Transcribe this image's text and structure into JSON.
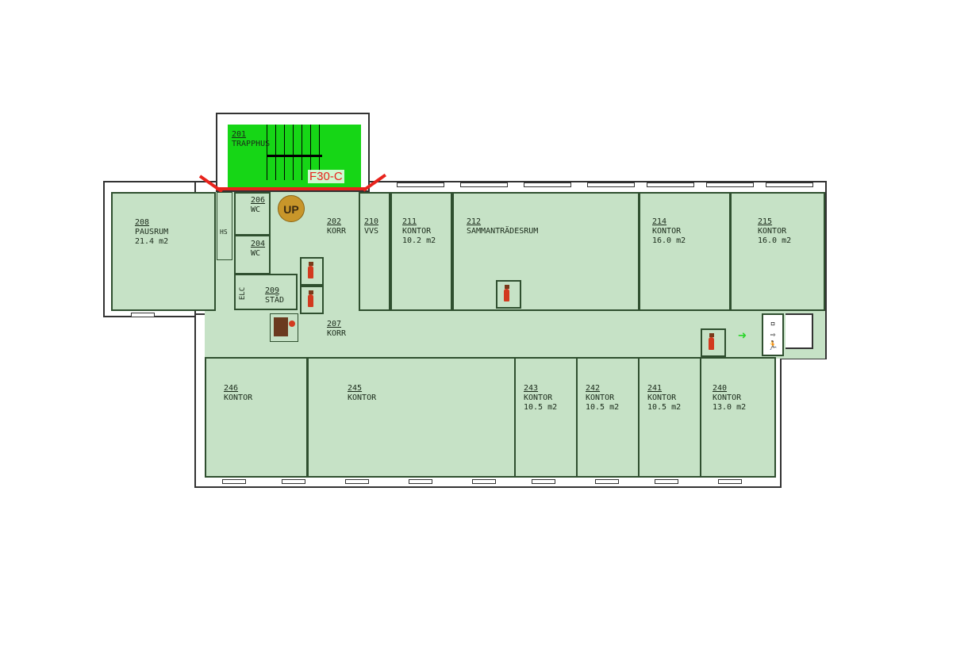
{
  "rooms": [
    {
      "id": "201",
      "name": "TRAPPHUS",
      "area": ""
    },
    {
      "id": "208",
      "name": "PAUSRUM",
      "area": "21.4 m2"
    },
    {
      "id": "206",
      "name": "WC",
      "area": ""
    },
    {
      "id": "204",
      "name": "WC",
      "area": ""
    },
    {
      "id": "209",
      "name": "STÄD",
      "area": ""
    },
    {
      "id": "202",
      "name": "KORR",
      "area": ""
    },
    {
      "id": "207",
      "name": "KORR",
      "area": ""
    },
    {
      "id": "210",
      "name": "VVS",
      "area": ""
    },
    {
      "id": "211",
      "name": "KONTOR",
      "area": "10.2 m2"
    },
    {
      "id": "212",
      "name": "SAMMANTRÄDESRUM",
      "area": ""
    },
    {
      "id": "214",
      "name": "KONTOR",
      "area": "16.0 m2"
    },
    {
      "id": "215",
      "name": "KONTOR",
      "area": "16.0 m2"
    },
    {
      "id": "246",
      "name": "KONTOR",
      "area": ""
    },
    {
      "id": "245",
      "name": "KONTOR",
      "area": ""
    },
    {
      "id": "243",
      "name": "KONTOR",
      "area": "10.5 m2"
    },
    {
      "id": "242",
      "name": "KONTOR",
      "area": "10.5 m2"
    },
    {
      "id": "241",
      "name": "KONTOR",
      "area": "10.5 m2"
    },
    {
      "id": "240",
      "name": "KONTOR",
      "area": "13.0 m2"
    }
  ],
  "fire_class": "F30-C",
  "up_marker": "UP",
  "elc_label": "ELC",
  "hs_label": "HS",
  "colors": {
    "room": "#c6e2c6",
    "stair": "#16d616",
    "wall": "#2f4f2f",
    "fire": "#e8231c",
    "up": "#c8962a",
    "exit_arrow": "#2bd62b"
  }
}
